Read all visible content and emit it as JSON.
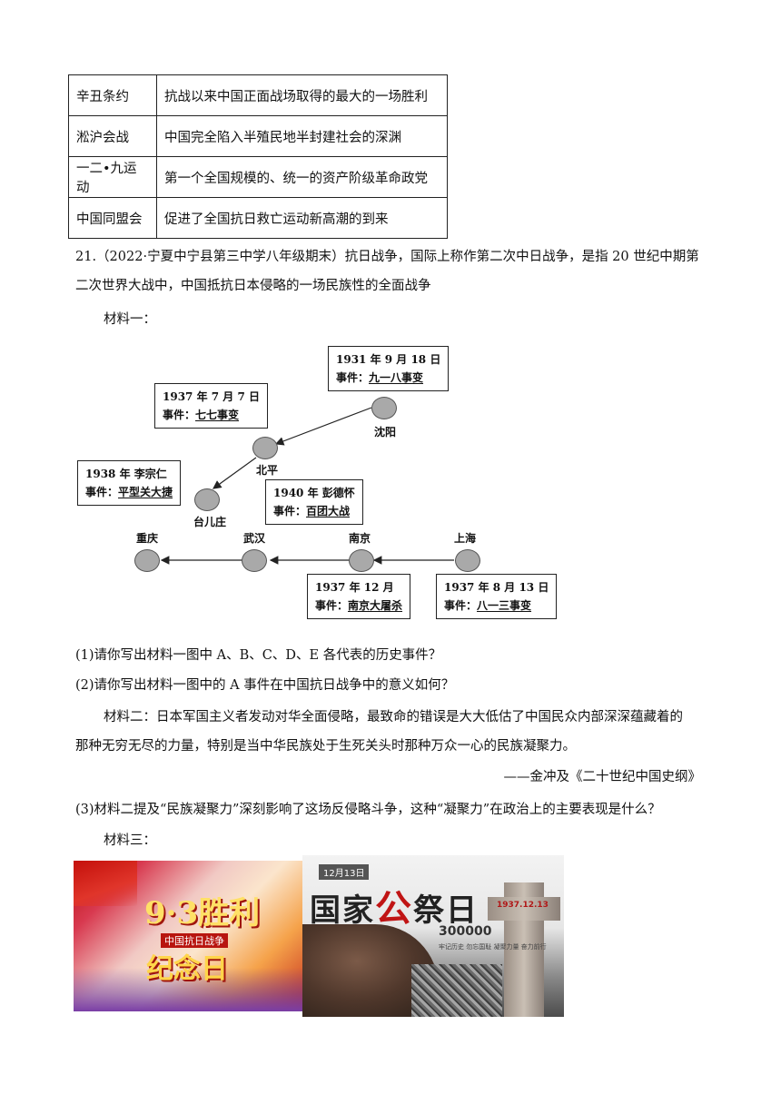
{
  "table": {
    "rows": [
      {
        "term": "辛丑条约",
        "desc": "抗战以来中国正面战场取得的最大的一场胜利"
      },
      {
        "term": "淞沪会战",
        "desc": "中国完全陷入半殖民地半封建社会的深渊"
      },
      {
        "term": "一二•九运动",
        "desc": "第一个全国规模的、统一的资产阶级革命政党"
      },
      {
        "term": "中国同盟会",
        "desc": "促进了全国抗日救亡运动新高潮的到来"
      }
    ]
  },
  "question": {
    "intro_line1": "21.（2022·宁夏中宁县第三中学八年级期末）抗日战争，国际上称作第二次中日战争，是指 20 世纪中期第",
    "intro_line2": "二次世界大战中，中国抵抗日本侵略的一场民族性的全面战争",
    "material1_label": "材料一：",
    "q1": "(1)请你写出材料一图中 A、B、C、D、E 各代表的历史事件？",
    "q2": "(2)请你写出材料一图中的 A 事件在中国抗日战争中的意义如何？",
    "material2_line1": "材料二：日本军国主义者发动对华全面侵略，最致命的错误是大大低估了中国民众内部深深蕴藏着的",
    "material2_line2": "那种无穷无尽的力量，特别是当中华民族处于生死关头时那种万众一心的民族凝聚力。",
    "material2_source": "——金冲及《二十世纪中国史纲》",
    "q3": "(3)材料二提及“民族凝聚力”深刻影响了这场反侵略斗争，这种“凝聚力”在政治上的主要表现是什么？",
    "material3_label": "材料三："
  },
  "diagram": {
    "boxes": {
      "shenyang": {
        "date": "1931 年 9 月 18 日",
        "event_prefix": "事件：",
        "event": "九一八事变"
      },
      "beiping": {
        "date": "1937 年 7 月 7 日",
        "event_prefix": "事件：",
        "event": "七七事变"
      },
      "taierzhuang": {
        "date": "1938 年  李宗仁",
        "event_prefix": "事件：",
        "event": "平型关大捷"
      },
      "baituan": {
        "date": "1940 年  彭德怀",
        "event_prefix": "事件：",
        "event": "百团大战"
      },
      "nanjing": {
        "date": "1937 年 12 月",
        "event_prefix": "事件：",
        "event": "南京大屠杀"
      },
      "shanghai": {
        "date": "1937 年 8 月 13 日",
        "event_prefix": "事件：",
        "event": "八一三事变"
      }
    },
    "cities": {
      "shenyang": "沈阳",
      "beiping": "北平",
      "taierzhuang": "台儿庄",
      "chongqing": "重庆",
      "wuhan": "武汉",
      "nanjing": "南京",
      "shanghai": "上海"
    }
  },
  "images": {
    "poster1": {
      "big": "9·3胜利",
      "sub": "中国抗日战争",
      "big2": "纪念日"
    },
    "poster2": {
      "date": "12月13日",
      "title_a": "国家",
      "title_b": "公",
      "title_c": "祭日",
      "number": "300000",
      "slogan": "牢记历史  勿忘国耻  凝聚力量  奋力前行",
      "monument": "1937.12.13"
    }
  },
  "colors": {
    "node_fill": "#a9a9a9",
    "poster_red": "#c01414"
  }
}
